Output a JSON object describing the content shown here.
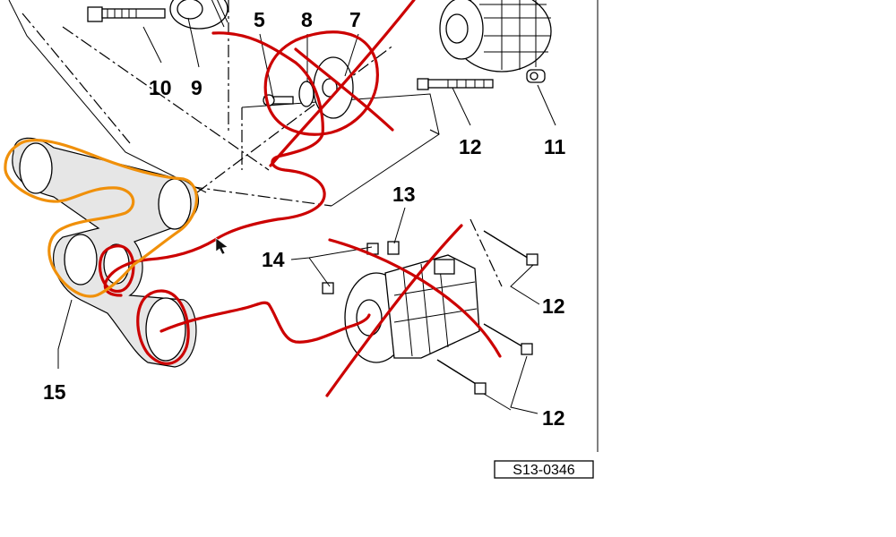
{
  "diagram": {
    "reference_code": "S13-0346",
    "callouts": [
      "5",
      "8",
      "7",
      "10",
      "9",
      "12",
      "11",
      "13",
      "14",
      "12",
      "12",
      "15"
    ]
  },
  "colors": {
    "markup_red": "#cc0000",
    "markup_orange": "#f0900a",
    "line": "#000000",
    "background": "#ffffff"
  }
}
